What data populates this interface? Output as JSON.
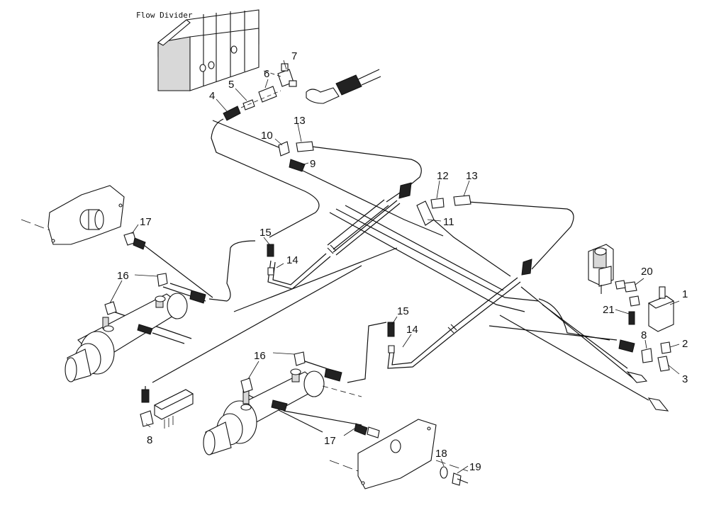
{
  "diagram": {
    "title": "Flow Divider",
    "callouts": {
      "c1": "1",
      "c2": "2",
      "c3": "3",
      "c4": "4",
      "c5": "5",
      "c6": "6",
      "c7": "7",
      "c8a": "8",
      "c8b": "8",
      "c9": "9",
      "c10": "10",
      "c11": "11",
      "c12": "12",
      "c13a": "13",
      "c13b": "13",
      "c14a": "14",
      "c14b": "14",
      "c15a": "15",
      "c15b": "15",
      "c16a": "16",
      "c16b": "16",
      "c17a": "17",
      "c17b": "17",
      "c18": "18",
      "c19": "19",
      "c20": "20",
      "c21": "21"
    }
  }
}
